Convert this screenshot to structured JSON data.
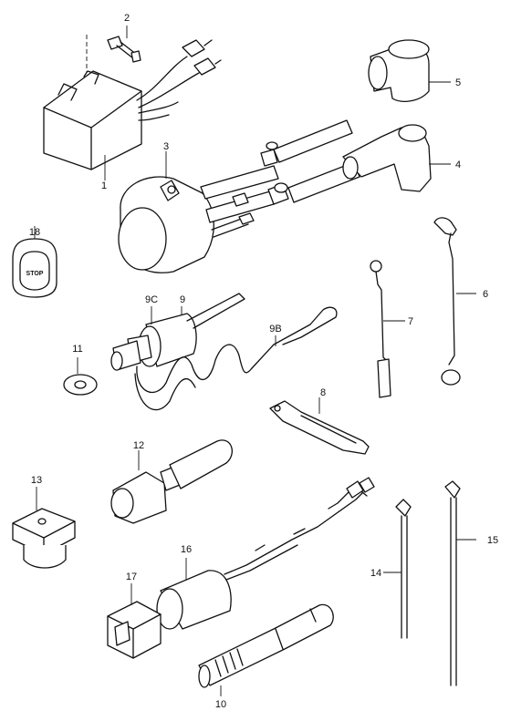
{
  "callouts": {
    "c1": "1",
    "c2": "2",
    "c3": "3",
    "c4": "4",
    "c5": "5",
    "c6": "6",
    "c7": "7",
    "c8": "8",
    "c9": "9",
    "c9b": "9B",
    "c9c": "9C",
    "c10": "10",
    "c11": "11",
    "c12": "12",
    "c13": "13",
    "c14": "14",
    "c15": "15",
    "c16": "16",
    "c17": "17",
    "c18": "18"
  },
  "parts": {
    "stop_label": "STOP"
  }
}
